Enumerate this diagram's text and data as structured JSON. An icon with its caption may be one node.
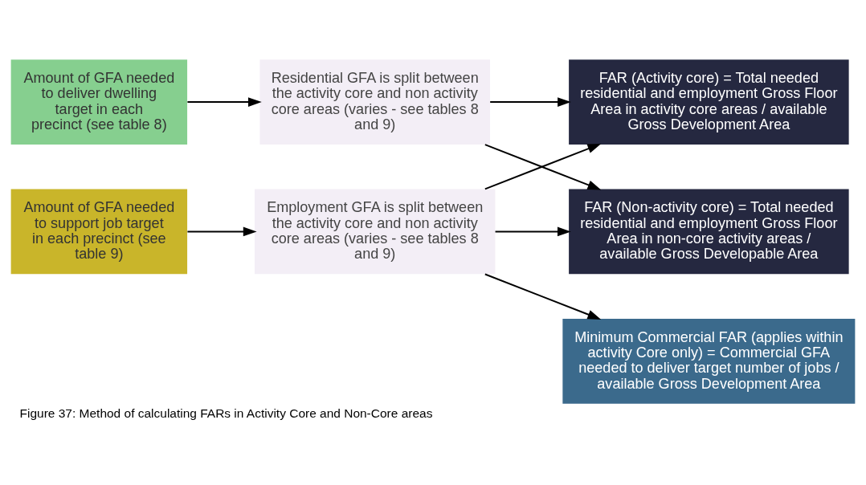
{
  "diagram": {
    "caption": "Figure 37: Method of calculating FARs in Activity Core and Non-Core areas",
    "nodes": [
      {
        "text": [
          "Amount of GFA needed to deliver dwelling target in each precinct (see table 8)"
        ]
      },
      {
        "text": [
          "Residential GFA is split between the activity core and non activity core areas (varies - see tables 8 and 9)"
        ]
      },
      {
        "text": [
          "Amount of GFA needed to support job target in each precinct (see table 9)"
        ]
      },
      {
        "text": [
          "Employment GFA is split between the activity core and non activity core areas (varies - see tables 8 and 9)"
        ]
      },
      {
        "text": [
          "FAR (Non-activity core) = Total needed residential and employment Gross Floor Area in non-core activity areas / available Gross Developable Area"
        ]
      },
      {
        "text": [
          "FAR (Activity core) = Total needed residential and employment Gross Floor Area in activity core areas / available Gross Development Area"
        ]
      },
      {
        "text": [
          "Minimum Commercial FAR (applies within activity Core only) = Commercial GFA needed to deliver target number of jobs / available Gross Development Area"
        ]
      }
    ],
    "edges": [
      {
        "from": 0,
        "to": 1,
        "arrow": "to"
      },
      {
        "from": 2,
        "to": 3,
        "arrow": "to"
      },
      {
        "from": 1,
        "to": 4,
        "arrow": "to"
      },
      {
        "from": 1,
        "to": 5,
        "arrow": "to"
      },
      {
        "from": 3,
        "to": 4,
        "arrow": "to"
      },
      {
        "from": 3,
        "to": 5,
        "arrow": "to"
      },
      {
        "from": 3,
        "to": 6,
        "arrow": "to"
      }
    ]
  }
}
